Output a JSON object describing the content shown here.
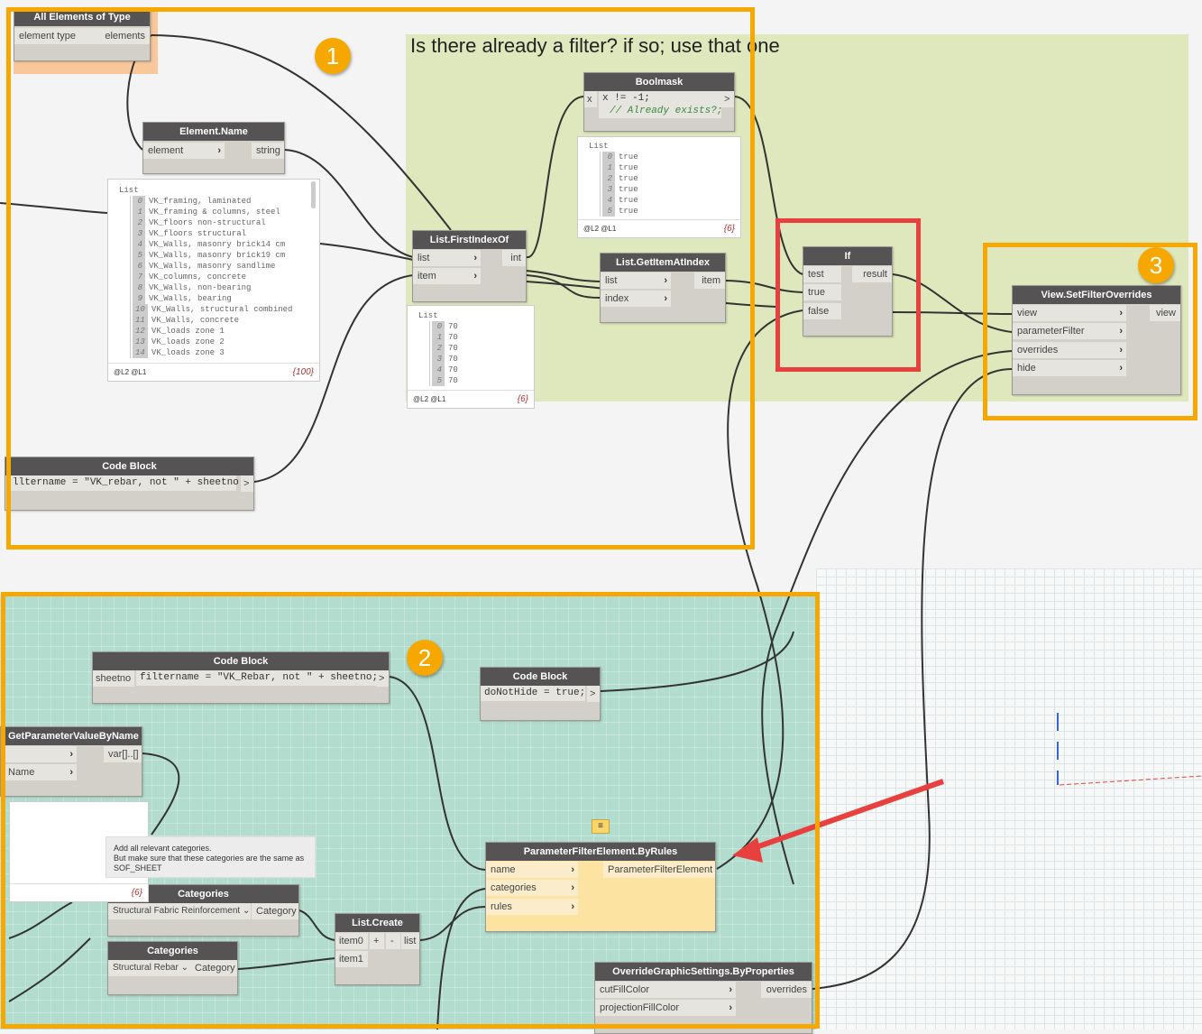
{
  "group_title": "Is there already a filter? if so; use that one",
  "badges": [
    "1",
    "2",
    "3"
  ],
  "nodes": {
    "all_elements": {
      "title": "All Elements of Type",
      "in": [
        "element type"
      ],
      "out": "elements"
    },
    "element_name": {
      "title": "Element.Name",
      "in": [
        "element"
      ],
      "out": "string"
    },
    "first_index": {
      "title": "List.FirstIndexOf",
      "in": [
        "list",
        "item"
      ],
      "out": "int"
    },
    "boolmask": {
      "title": "Boolmask",
      "in": [
        "x"
      ],
      "out": ">",
      "code": [
        "x != -1;",
        "// Already exists?;"
      ]
    },
    "get_item": {
      "title": "List.GetItemAtIndex",
      "in": [
        "list",
        "index"
      ],
      "out": "item"
    },
    "if": {
      "title": "If",
      "in": [
        "test",
        "true",
        "false"
      ],
      "out": "result"
    },
    "set_filter": {
      "title": "View.SetFilterOverrides",
      "in": [
        "view",
        "parameterFilter",
        "overrides",
        "hide"
      ],
      "out": "view"
    },
    "code_top": {
      "title": "Code Block",
      "code": "lltername = \"VK_rebar, not \" + sheetno;",
      "out": ">"
    },
    "code_filter": {
      "title": "Code Block",
      "in": [
        "sheetno"
      ],
      "code": "filtername = \"VK_Rebar, not \" + sheetno;",
      "out": ">"
    },
    "code_hide": {
      "title": "Code Block",
      "code": "doNotHide = true;",
      "out": ">"
    },
    "get_param": {
      "title": "GetParameterValueByName",
      "in": [
        "",
        "Name"
      ],
      "out": "var[]..[]"
    },
    "categories1": {
      "title": "Categories",
      "value": "Structural Fabric Reinforcement",
      "out": "Category"
    },
    "categories2": {
      "title": "Categories",
      "value": "Structural Rebar",
      "out": "Category"
    },
    "list_create": {
      "title": "List.Create",
      "in": [
        "item0",
        "item1"
      ],
      "out": "list",
      "plus": "+",
      "minus": "-"
    },
    "pfe": {
      "title": "ParameterFilterElement.ByRules",
      "in": [
        "name",
        "categories",
        "rules"
      ],
      "out": "ParameterFilterElement"
    },
    "ogs": {
      "title": "OverrideGraphicSettings.ByProperties",
      "in": [
        "cutFillColor",
        "projectionFillColor"
      ],
      "out": "overrides"
    }
  },
  "watch_names": {
    "header": "List",
    "levels": "@L2 @L1",
    "count": "{100}",
    "items": [
      "VK_framing, laminated",
      "VK_framing & columns, steel",
      "VK_floors non-structural",
      "VK_floors structural",
      "VK_Walls, masonry brick14 cm",
      "VK_Walls, masonry brick19 cm",
      "VK_Walls, masonry sandlime",
      "VK_columns, concrete",
      "VK_Walls, non-bearing",
      "VK_Walls, bearing",
      "VK_Walls, structural combined",
      "VK_Walls, concrete",
      "VK_loads zone 1",
      "VK_loads zone 2",
      "VK_loads zone 3"
    ]
  },
  "watch_index": {
    "header": "List",
    "levels": "@L2 @L1",
    "count": "{6}",
    "items": [
      "70",
      "70",
      "70",
      "70",
      "70",
      "70"
    ]
  },
  "watch_bool": {
    "header": "List",
    "levels": "@L2 @L1",
    "count": "{6}",
    "items": [
      "true",
      "true",
      "true",
      "true",
      "true",
      "true"
    ]
  },
  "watch_blank": {
    "count": "{6}"
  },
  "note": {
    "lines": [
      "Add all relevant categories.",
      "But make sure that these categories are the same as",
      "SOF_SHEET"
    ]
  },
  "colors": {
    "orange": "#f6a800",
    "red": "#e8403f",
    "group_green": "#dfe8bd",
    "group_teal": "#b2dccd",
    "header": "#555353",
    "selected": "#fde3a2"
  }
}
